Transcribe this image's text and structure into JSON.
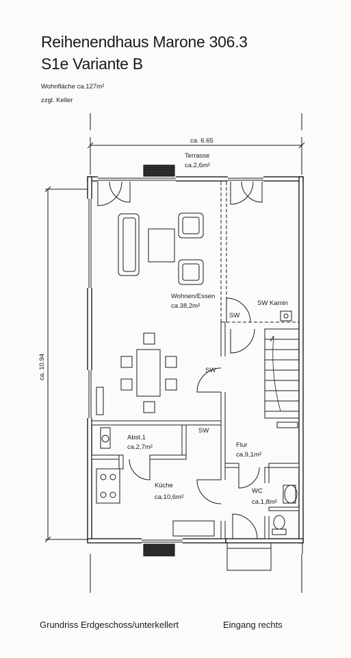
{
  "header": {
    "title_line1": "Reihenendhaus Marone 306.3",
    "title_line2": "S1e Variante B",
    "living_area": "Wohnfläche ca.127m²",
    "basement": "zzgl. Keller"
  },
  "dimensions": {
    "width": "ca. 6.65",
    "depth": "ca. 10.94"
  },
  "rooms": {
    "terrace_name": "Terrasse",
    "terrace_area": "ca.2,6m²",
    "living_name": "Wohnen/Essen",
    "living_area": "ca.38,2m²",
    "fireplace": "SW Kamin",
    "storage_name": "Abst.1",
    "storage_area": "ca.2,7m²",
    "hall_name": "Flur",
    "hall_area": "ca.9,1m²",
    "kitchen_name": "Küche",
    "kitchen_area": "ca.10,6m²",
    "wc_name": "WC",
    "wc_area": "ca.1,8m²",
    "sw1": "SW",
    "sw2": "SW",
    "sw3": "SW"
  },
  "footer": {
    "caption_left": "Grundriss Erdgeschoss/unterkellert",
    "caption_right": "Eingang rechts"
  }
}
